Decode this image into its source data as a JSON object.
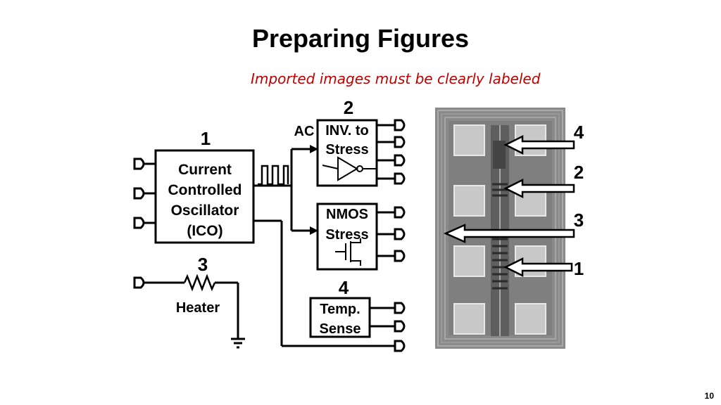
{
  "slide": {
    "title": "Preparing Figures",
    "subtitle": "Imported images must be clearly labeled",
    "page_number": "10"
  },
  "schematic": {
    "ico_number": "1",
    "ico_lines": [
      "Current",
      "Controlled",
      "Oscillator",
      "(ICO)"
    ],
    "inv_number": "2",
    "ac_label": "AC",
    "inv_lines": [
      "INV. to",
      "Stress"
    ],
    "nmos_lines": [
      "NMOS",
      "Stress"
    ],
    "heater_number": "3",
    "heater_label": "Heater",
    "temp_number": "4",
    "temp_lines": [
      "Temp.",
      "Sense"
    ]
  },
  "micrograph": {
    "callouts": [
      "4",
      "2",
      "3",
      "1"
    ]
  },
  "colors": {
    "subtitle": "#c00000",
    "die": "#8a8a8a",
    "pad": "#c8c8c8"
  }
}
